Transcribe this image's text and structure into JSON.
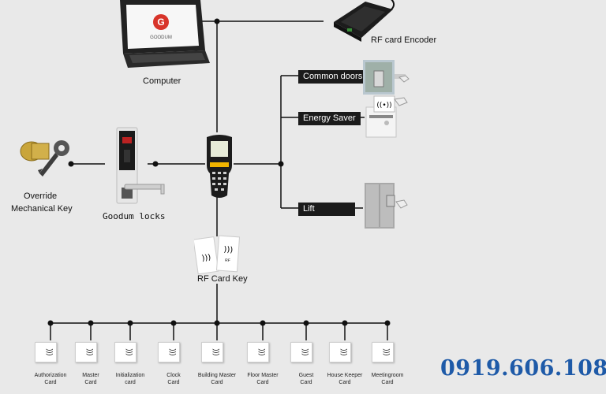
{
  "labels": {
    "computer": "Computer",
    "rf_encoder": "RF card Encoder",
    "common_doors": "Common doors",
    "energy_saver": "Energy Saver",
    "lift": "Lift",
    "override_line1": "Override",
    "override_line2": "Mechanical Key",
    "goodum_locks": "Goodum locks",
    "rf_card_key": "RF Card Key",
    "laptop_brand": "GOODUM"
  },
  "cards": [
    {
      "line1": "Authorization",
      "line2": "Card"
    },
    {
      "line1": "Master",
      "line2": "Card"
    },
    {
      "line1": "Initialization",
      "line2": "card"
    },
    {
      "line1": "Clock",
      "line2": "Card"
    },
    {
      "line1": "Building Master",
      "line2": "Card"
    },
    {
      "line1": "Floor Master",
      "line2": "Card"
    },
    {
      "line1": "Guest",
      "line2": "Card"
    },
    {
      "line1": "House Keeper",
      "line2": "Card"
    },
    {
      "line1": "Meetingroom",
      "line2": "Card"
    }
  ],
  "phone": "0919.606.108",
  "colors": {
    "line": "#111111",
    "tag_bg": "#1b1b1b",
    "phone": "#1e5aa8"
  }
}
